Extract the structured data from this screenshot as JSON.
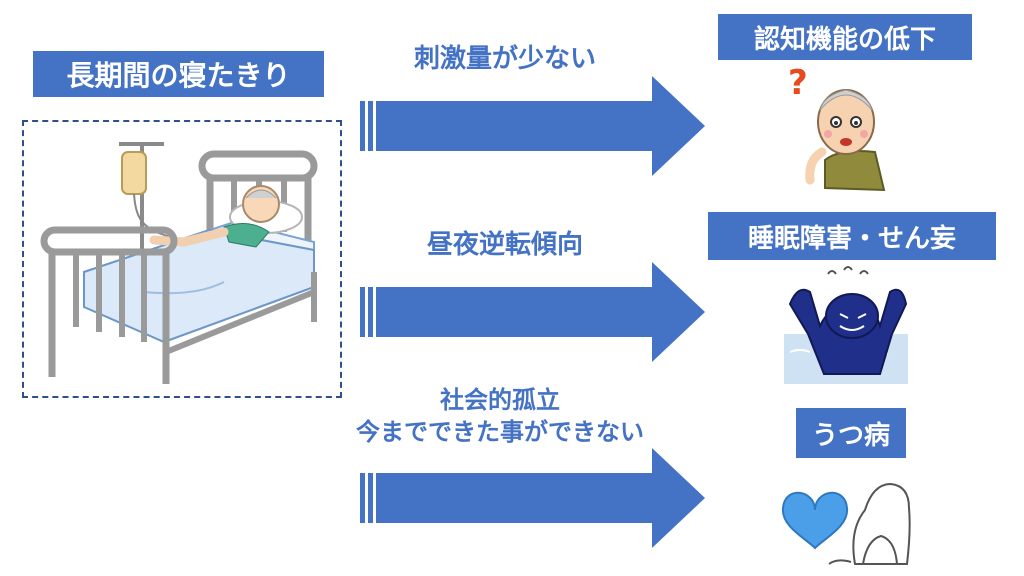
{
  "source": {
    "label": "長期間の寝たきり"
  },
  "flows": [
    {
      "cause": [
        "刺激量が少ない"
      ],
      "effect": "認知機能の低下"
    },
    {
      "cause": [
        "昼夜逆転傾向"
      ],
      "effect": "睡眠障害・せん妄"
    },
    {
      "cause": [
        "社会的孤立",
        "今までできた事ができない"
      ],
      "effect": "うつ病"
    }
  ],
  "colors": {
    "accent": "#4472C4",
    "arrow": "#4472C4",
    "text": "#ffffff",
    "heart": "#4A9FE8"
  },
  "icons": [
    "hospital-bed-illustration",
    "confused-elderly-man-illustration",
    "shadow-monster-illustration",
    "sad-person-heart-illustration"
  ]
}
